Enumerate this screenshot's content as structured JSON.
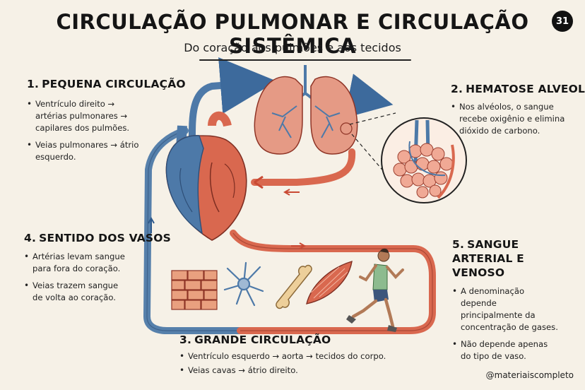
{
  "title": "CIRCULAÇÃO PULMONAR E CIRCULAÇÃO SISTÊMICA",
  "subtitle": "Do coração aos pulmões e aos tecidos",
  "badge": "31",
  "sections": {
    "pequena": {
      "number": "1.",
      "title": "PEQUENA CIRCULAÇÃO",
      "points": [
        "Ventrículo direito → artérias pulmonares → capilares dos pulmões.",
        "Veias pulmonares → átrio esquerdo."
      ]
    },
    "hematose": {
      "number": "2.",
      "title": "HEMATOSE ALVEOLAR",
      "points": [
        "Nos alvéolos, o sangue recebe oxigênio e elimina dióxido de carbono."
      ]
    },
    "grande": {
      "number": "3.",
      "title": "GRANDE CIRCULAÇÃO",
      "points": [
        "Ventrículo esquerdo → aorta → tecidos do corpo.",
        "Veias cavas → átrio direito."
      ]
    },
    "sentido": {
      "number": "4.",
      "title": "SENTIDO DOS VASOS",
      "points": [
        "Artérias levam sangue para fora do coração.",
        "Veias trazem sangue de volta ao coração."
      ]
    },
    "sangue": {
      "number": "5.",
      "title": "SANGUE ARTERIAL E VENOSO",
      "points": [
        "A denominação depende principalmente da concentração de gases.",
        "Não depende apenas do tipo de vaso."
      ]
    }
  },
  "credit": "@materiaiscompleto",
  "colors": {
    "arterial": "#d9684f",
    "venous": "#4d79a8",
    "background": "#f6f1e7",
    "ink": "#1d1d1d"
  }
}
